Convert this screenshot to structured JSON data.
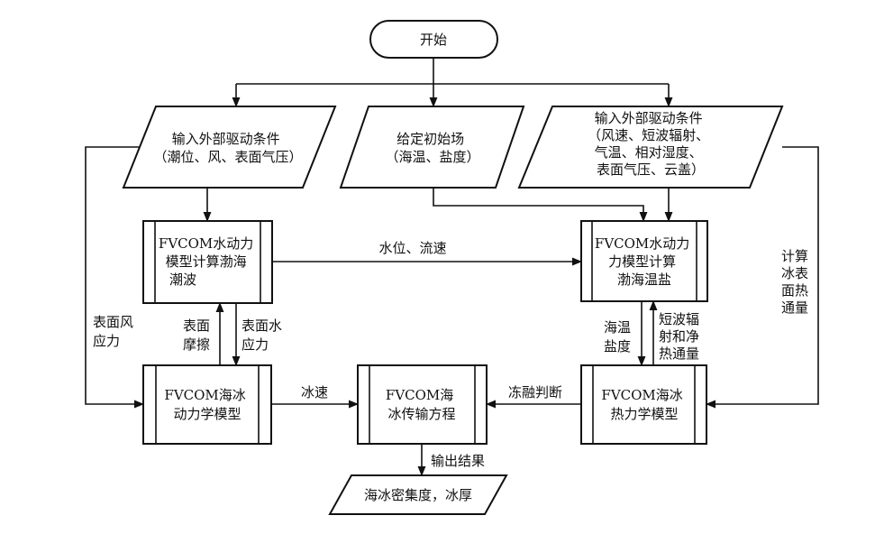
{
  "nodes": {
    "start": "开始",
    "input_left": [
      "输入外部驱动条件",
      "（潮位、风、表面气压）"
    ],
    "init_field": [
      "给定初始场",
      "（海温、盐度）"
    ],
    "input_right": [
      "输入外部驱动条件",
      "（风速、短波辐射、",
      "气温、相对湿度、",
      "表面气压、云盖）"
    ],
    "hydro_tide": [
      "FVCOM水动力",
      "模型计算渤海",
      "潮波"
    ],
    "hydro_temp": [
      "FVCOM水动力",
      "力模型计算",
      "渤海温盐"
    ],
    "ice_dynamics": [
      "FVCOM海冰",
      "动力学模型"
    ],
    "ice_transport": [
      "FVCOM海",
      "冰传输方程"
    ],
    "ice_thermo": [
      "FVCOM海冰",
      "热力学模型"
    ],
    "output": "海冰密集度，冰厚"
  },
  "edges": {
    "water_level_flow": "水位、流速",
    "surface_wind_stress": [
      "表面风",
      "应力"
    ],
    "surface_friction": [
      "表面",
      "摩擦"
    ],
    "surface_water_stress": [
      "表面水",
      "应力"
    ],
    "ice_velocity": "冰速",
    "freeze_melt": "冻融判断",
    "sst_salinity": [
      "海温",
      "盐度"
    ],
    "shortwave_heat": [
      "短波辐",
      "射和净",
      "热通量"
    ],
    "ice_surface_heat": [
      "计算",
      "冰表",
      "面热",
      "通量"
    ],
    "output_results": "输出结果"
  }
}
